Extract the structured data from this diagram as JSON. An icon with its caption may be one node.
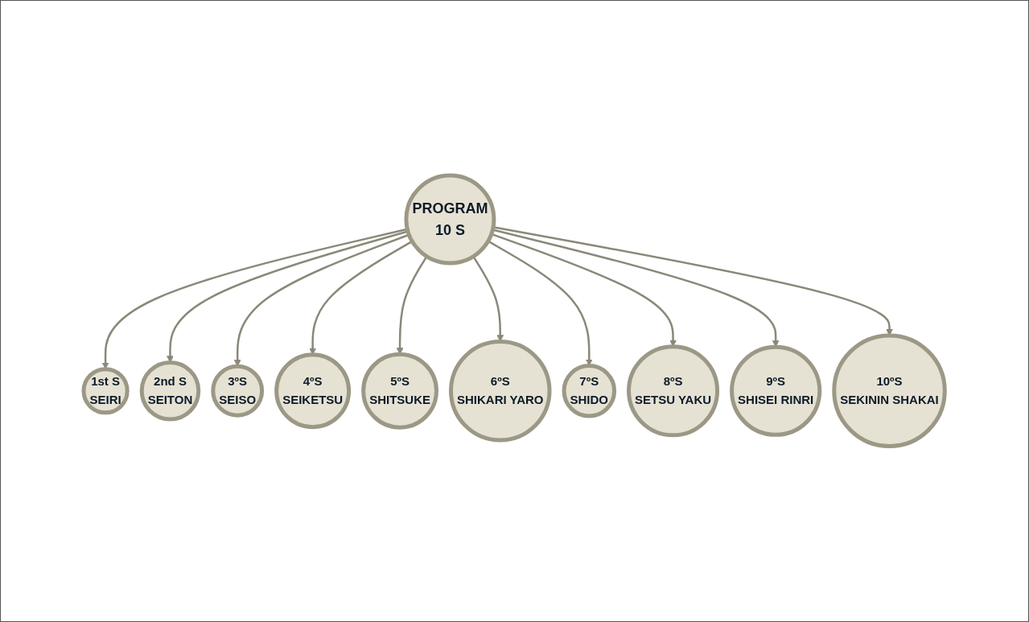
{
  "diagram": {
    "nodes": [
      {
        "text": [
          "PROGRAM",
          "10 S"
        ]
      },
      {
        "text": [
          "1st S",
          "SEIRI"
        ]
      },
      {
        "text": [
          "2nd S",
          "SEITON"
        ]
      },
      {
        "text": [
          "3ºS",
          "SEISO"
        ]
      },
      {
        "text": [
          "4ºS",
          "SEIKETSU"
        ]
      },
      {
        "text": [
          "5ºS",
          "SHITSUKE"
        ]
      },
      {
        "text": [
          "6ºS",
          "SHIKARI YARO"
        ]
      },
      {
        "text": [
          "7ºS",
          "SHIDO"
        ]
      },
      {
        "text": [
          "8ºS",
          "SETSU YAKU"
        ]
      },
      {
        "text": [
          "9ºS",
          "SHISEI RINRI"
        ]
      },
      {
        "text": [
          "10ºS",
          "SEKININ SHAKAI"
        ]
      }
    ],
    "edges": [
      {
        "from": 0,
        "to": 1,
        "arrow": "to"
      },
      {
        "from": 0,
        "to": 2,
        "arrow": "to"
      },
      {
        "from": 0,
        "to": 3,
        "arrow": "to"
      },
      {
        "from": 0,
        "to": 4,
        "arrow": "to"
      },
      {
        "from": 0,
        "to": 5,
        "arrow": "to"
      },
      {
        "from": 0,
        "to": 6,
        "arrow": "to"
      },
      {
        "from": 0,
        "to": 7,
        "arrow": "to"
      },
      {
        "from": 0,
        "to": 8,
        "arrow": "to"
      },
      {
        "from": 0,
        "to": 9,
        "arrow": "to"
      },
      {
        "from": 0,
        "to": 10,
        "arrow": "to"
      }
    ]
  }
}
